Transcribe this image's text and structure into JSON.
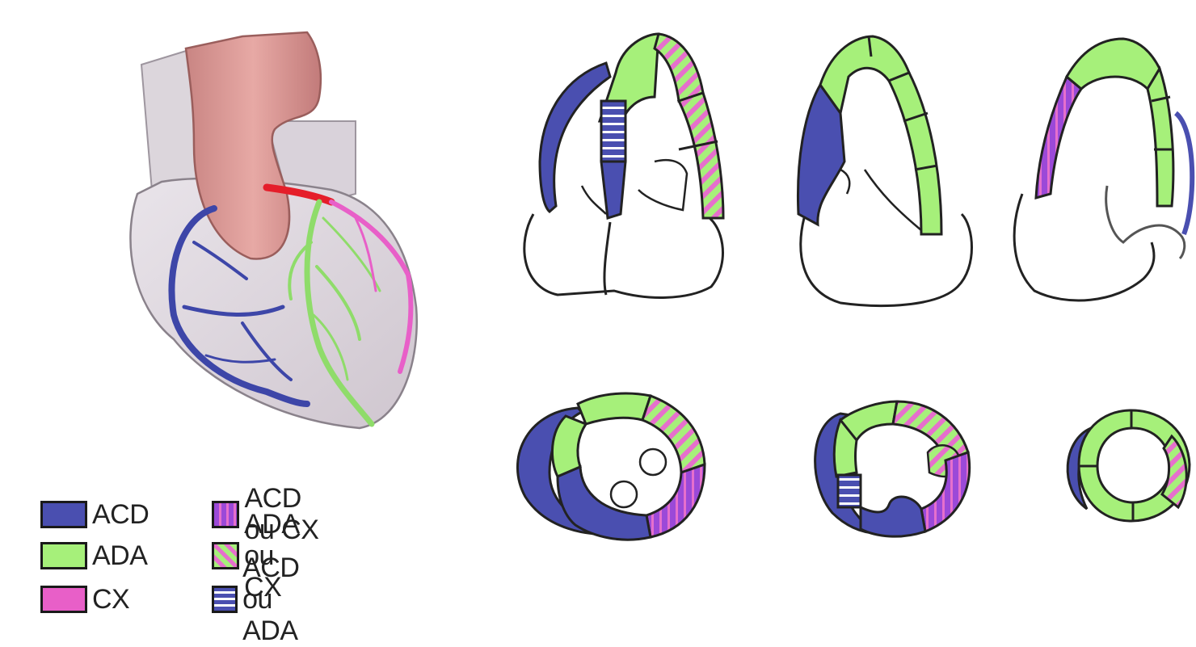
{
  "colors": {
    "acd": "#4a4fb0",
    "ada": "#a6f07a",
    "cx": "#e85fc8",
    "acd_or_cx_stripe": "#9b49d8",
    "ada_or_cx_stripe": "#e66fcd",
    "acd_or_ada_stripe": "#ffffff"
  },
  "legend": [
    {
      "id": "acd",
      "label": "ACD",
      "pattern": "solid-acd"
    },
    {
      "id": "ada",
      "label": "ADA",
      "pattern": "solid-ada"
    },
    {
      "id": "cx",
      "label": "CX",
      "pattern": "solid-cx"
    },
    {
      "id": "acd_cx",
      "label": "ACD ou CX",
      "pattern": "vertical-stripes"
    },
    {
      "id": "ada_cx",
      "label": "ADA ou CX",
      "pattern": "diagonal-stripes"
    },
    {
      "id": "acd_ada",
      "label": "ACD ou ADA",
      "pattern": "horizontal-stripes"
    }
  ],
  "views": {
    "long_axis": [
      "four-chamber",
      "two-chamber",
      "three-chamber"
    ],
    "short_axis": [
      "basal",
      "mid",
      "apical"
    ]
  }
}
